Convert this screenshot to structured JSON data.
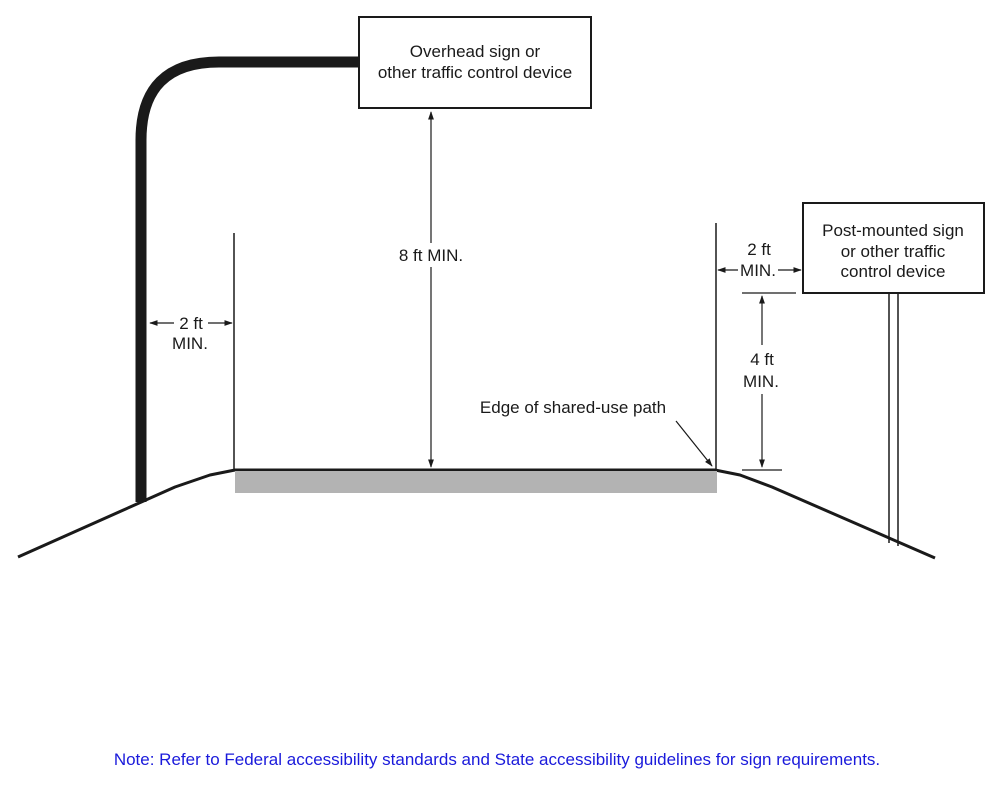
{
  "overhead_sign": {
    "line1": "Overhead sign or",
    "line2": "other traffic control device"
  },
  "post_sign": {
    "line1": "Post-mounted sign",
    "line2": "or other traffic",
    "line3": "control device"
  },
  "dimensions": {
    "vertical_clearance": "8 ft MIN.",
    "left_lateral_value": "2 ft",
    "left_lateral_min": "MIN.",
    "right_lateral_value": "2 ft",
    "right_lateral_min": "MIN.",
    "post_height_value": "4 ft",
    "post_height_min": "MIN."
  },
  "path_edge_label": "Edge of shared-use path",
  "note": "Note: Refer to Federal accessibility standards and State accessibility guidelines for sign requirements.",
  "colors": {
    "line": "#1a1a1a",
    "path_surface": "#b3b3b3",
    "note_text": "#1a1adb"
  }
}
